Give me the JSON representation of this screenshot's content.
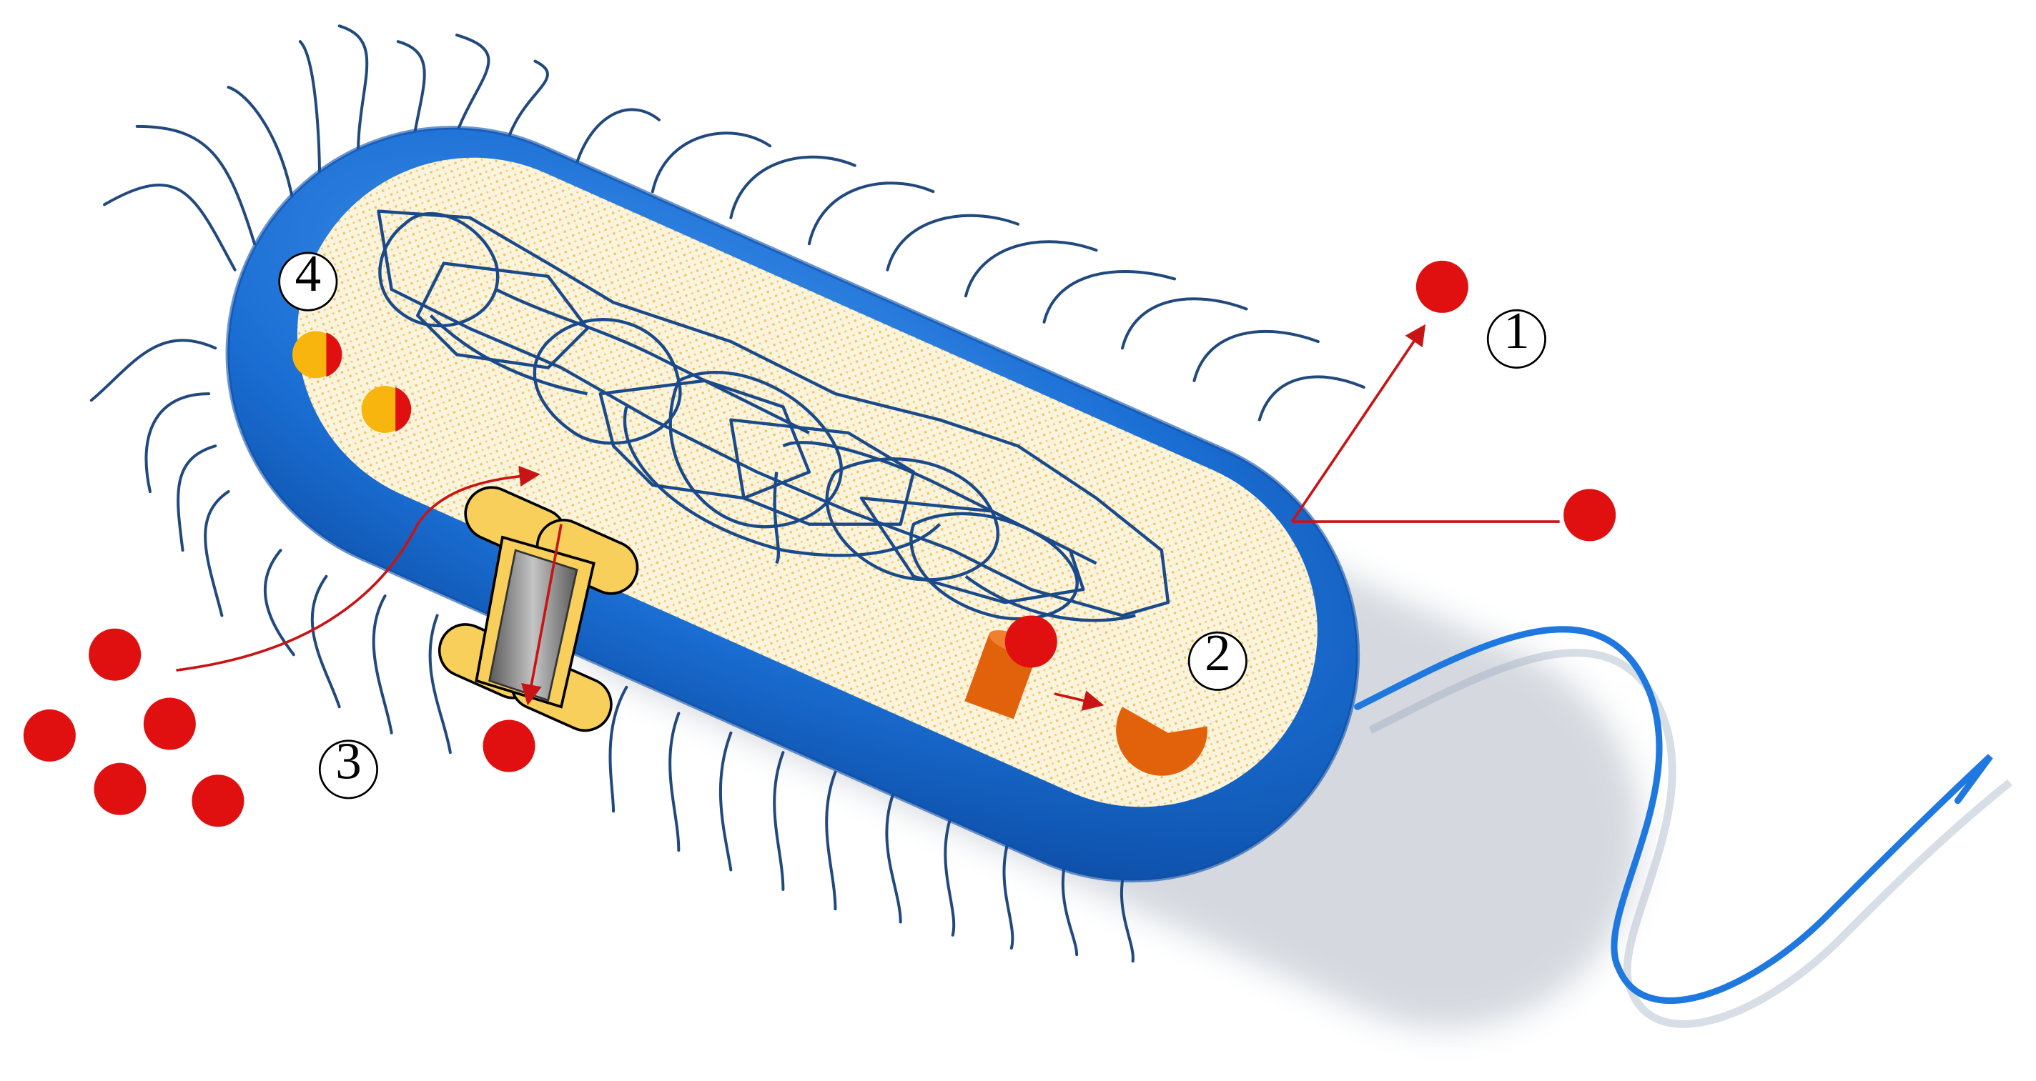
{
  "diagram": {
    "labels": {
      "one": "1",
      "two": "2",
      "three": "3",
      "four": "4"
    }
  },
  "colors": {
    "cell_wall": "#1b6fd4",
    "cell_wall_dark": "#0d4fa8",
    "cytoplasm": "#fbf4dc",
    "cytoplasm_dots": "#f3c25a",
    "dna": "#1a4a8a",
    "pili": "#22497e",
    "molecule": "#e01010",
    "arrow": "#c81414",
    "pump_body": "#f8cf5b",
    "pump_channel": "#8c8c8c",
    "enzyme": "#e2620c",
    "modified_drug_yellow": "#f7b50d",
    "flagellum": "#1e78e0"
  },
  "icons": [
    "bacterium-cell",
    "dna-nucleoid",
    "efflux-pump",
    "enzyme",
    "flagellum",
    "pili",
    "antibiotic-molecule"
  ]
}
